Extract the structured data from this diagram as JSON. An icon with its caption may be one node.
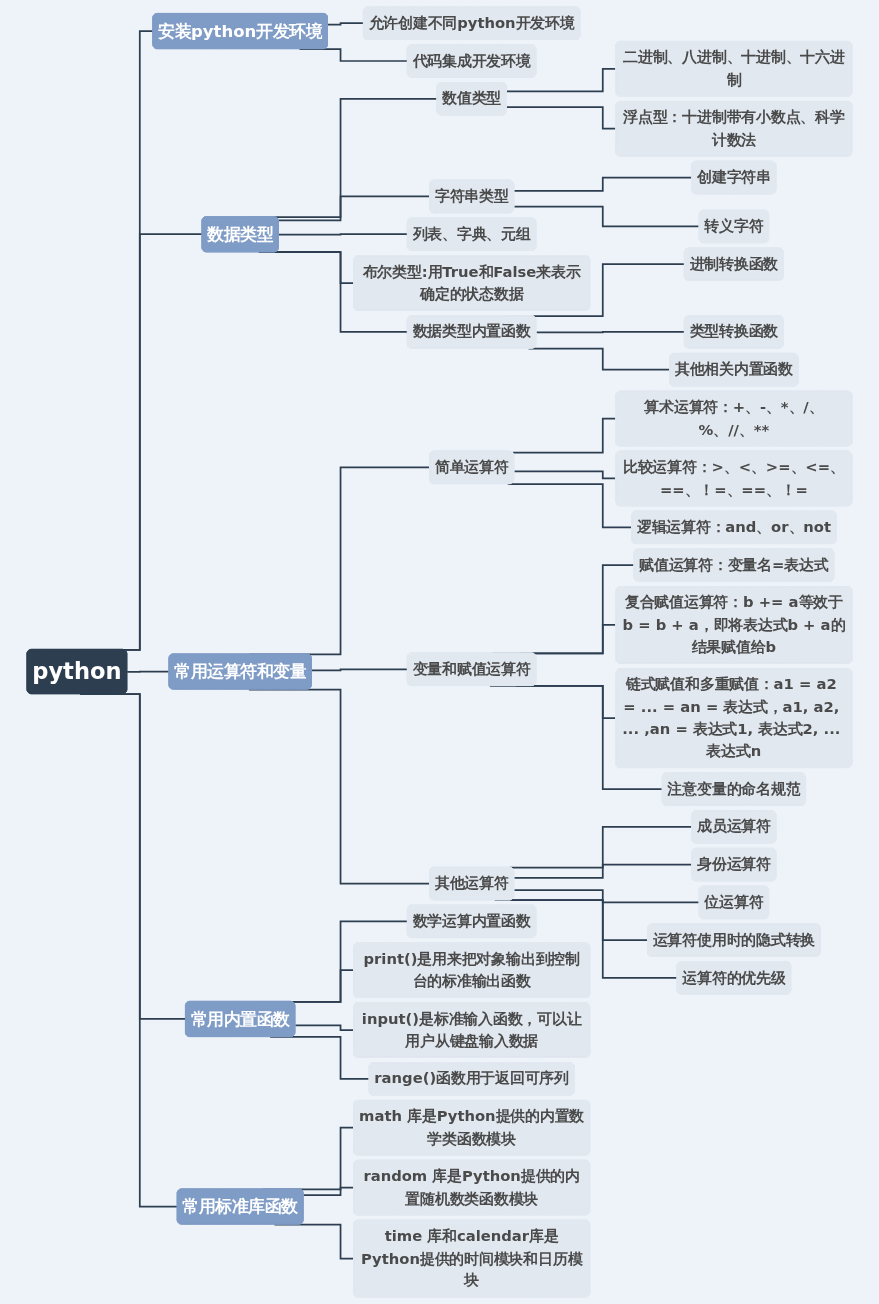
{
  "diagram": {
    "nodes": [
      {
        "text": [
          "python"
        ]
      },
      {
        "text": [
          "安装python开发环境"
        ]
      },
      {
        "text": [
          "允许创建不同python开发环境"
        ]
      },
      {
        "text": [
          "代码集成开发环境"
        ]
      },
      {
        "text": [
          "数据类型"
        ]
      },
      {
        "text": [
          "数值类型"
        ]
      },
      {
        "text": [
          "二进制、八进制、十进制、十六进制"
        ]
      },
      {
        "text": [
          "浮点型：十进制带有小数点、科学计数法"
        ]
      },
      {
        "text": [
          "字符串类型"
        ]
      },
      {
        "text": [
          "创建字符串"
        ]
      },
      {
        "text": [
          "转义字符"
        ]
      },
      {
        "text": [
          "列表、字典、元组"
        ]
      },
      {
        "text": [
          "布尔类型:用True和False来表示确定的状态数据"
        ]
      },
      {
        "text": [
          "数据类型内置函数"
        ]
      },
      {
        "text": [
          "进制转换函数"
        ]
      },
      {
        "text": [
          "类型转换函数"
        ]
      },
      {
        "text": [
          "其他相关内置函数"
        ]
      },
      {
        "text": [
          "常用运算符和变量"
        ]
      },
      {
        "text": [
          "简单运算符"
        ]
      },
      {
        "text": [
          "算术运算符：+、-、*、/、%、//、**"
        ]
      },
      {
        "text": [
          "比较运算符：>、<、>=、<=、==、！=、==、！="
        ]
      },
      {
        "text": [
          "逻辑运算符：and、or、not"
        ]
      },
      {
        "text": [
          "变量和赋值运算符"
        ]
      },
      {
        "text": [
          "赋值运算符：变量名=表达式"
        ]
      },
      {
        "text": [
          "复合赋值运算符：b += a等效于b = b + a，即将表达式b + a的结果赋值给b"
        ]
      },
      {
        "text": [
          "链式赋值和多重赋值：a1 = a2 = ... = an = 表达式，a1, a2, ... ,an = 表达式1, 表达式2, ... 表达式n"
        ]
      },
      {
        "text": [
          "注意变量的命名规范"
        ]
      },
      {
        "text": [
          "其他运算符"
        ]
      },
      {
        "text": [
          "成员运算符"
        ]
      },
      {
        "text": [
          "身份运算符"
        ]
      },
      {
        "text": [
          "位运算符"
        ]
      },
      {
        "text": [
          "运算符使用时的隐式转换"
        ]
      },
      {
        "text": [
          "运算符的优先级"
        ]
      },
      {
        "text": [
          "常用内置函数"
        ]
      },
      {
        "text": [
          "数学运算内置函数"
        ]
      },
      {
        "text": [
          "print()是用来把对象输出到控制台的标准输出函数"
        ]
      },
      {
        "text": [
          "input()是标准输入函数，可以让用户从键盘输入数据"
        ]
      },
      {
        "text": [
          "range()函数用于返回可序列"
        ]
      },
      {
        "text": [
          "常用标准库函数"
        ]
      },
      {
        "text": [
          "math 库是Python提供的内置数学类函数模块"
        ]
      },
      {
        "text": [
          "random 库是Python提供的内置随机数类函数模块"
        ]
      },
      {
        "text": [
          "time 库和calendar库是Python提供的时间模块和日历模块"
        ]
      }
    ],
    "edges": [
      {
        "from": 0,
        "to": 1,
        "arrow": "none"
      },
      {
        "from": 1,
        "to": 2,
        "arrow": "none"
      },
      {
        "from": 1,
        "to": 3,
        "arrow": "none"
      },
      {
        "from": 0,
        "to": 4,
        "arrow": "none"
      },
      {
        "from": 4,
        "to": 5,
        "arrow": "none"
      },
      {
        "from": 5,
        "to": 6,
        "arrow": "none"
      },
      {
        "from": 5,
        "to": 7,
        "arrow": "none"
      },
      {
        "from": 4,
        "to": 8,
        "arrow": "none"
      },
      {
        "from": 8,
        "to": 9,
        "arrow": "none"
      },
      {
        "from": 8,
        "to": 10,
        "arrow": "none"
      },
      {
        "from": 4,
        "to": 11,
        "arrow": "none"
      },
      {
        "from": 4,
        "to": 12,
        "arrow": "none"
      },
      {
        "from": 4,
        "to": 13,
        "arrow": "none"
      },
      {
        "from": 13,
        "to": 14,
        "arrow": "none"
      },
      {
        "from": 13,
        "to": 15,
        "arrow": "none"
      },
      {
        "from": 13,
        "to": 16,
        "arrow": "none"
      },
      {
        "from": 0,
        "to": 17,
        "arrow": "none"
      },
      {
        "from": 17,
        "to": 18,
        "arrow": "none"
      },
      {
        "from": 18,
        "to": 19,
        "arrow": "none"
      },
      {
        "from": 18,
        "to": 20,
        "arrow": "none"
      },
      {
        "from": 18,
        "to": 21,
        "arrow": "none"
      },
      {
        "from": 17,
        "to": 22,
        "arrow": "none"
      },
      {
        "from": 22,
        "to": 23,
        "arrow": "none"
      },
      {
        "from": 22,
        "to": 24,
        "arrow": "none"
      },
      {
        "from": 22,
        "to": 25,
        "arrow": "none"
      },
      {
        "from": 22,
        "to": 26,
        "arrow": "none"
      },
      {
        "from": 17,
        "to": 27,
        "arrow": "none"
      },
      {
        "from": 27,
        "to": 28,
        "arrow": "none"
      },
      {
        "from": 27,
        "to": 29,
        "arrow": "none"
      },
      {
        "from": 27,
        "to": 30,
        "arrow": "none"
      },
      {
        "from": 27,
        "to": 31,
        "arrow": "none"
      },
      {
        "from": 27,
        "to": 32,
        "arrow": "none"
      },
      {
        "from": 0,
        "to": 33,
        "arrow": "none"
      },
      {
        "from": 33,
        "to": 34,
        "arrow": "none"
      },
      {
        "from": 33,
        "to": 35,
        "arrow": "none"
      },
      {
        "from": 33,
        "to": 36,
        "arrow": "none"
      },
      {
        "from": 33,
        "to": 37,
        "arrow": "none"
      },
      {
        "from": 0,
        "to": 38,
        "arrow": "none"
      },
      {
        "from": 38,
        "to": 39,
        "arrow": "none"
      },
      {
        "from": 38,
        "to": 40,
        "arrow": "none"
      },
      {
        "from": 38,
        "to": 41,
        "arrow": "none"
      }
    ]
  }
}
